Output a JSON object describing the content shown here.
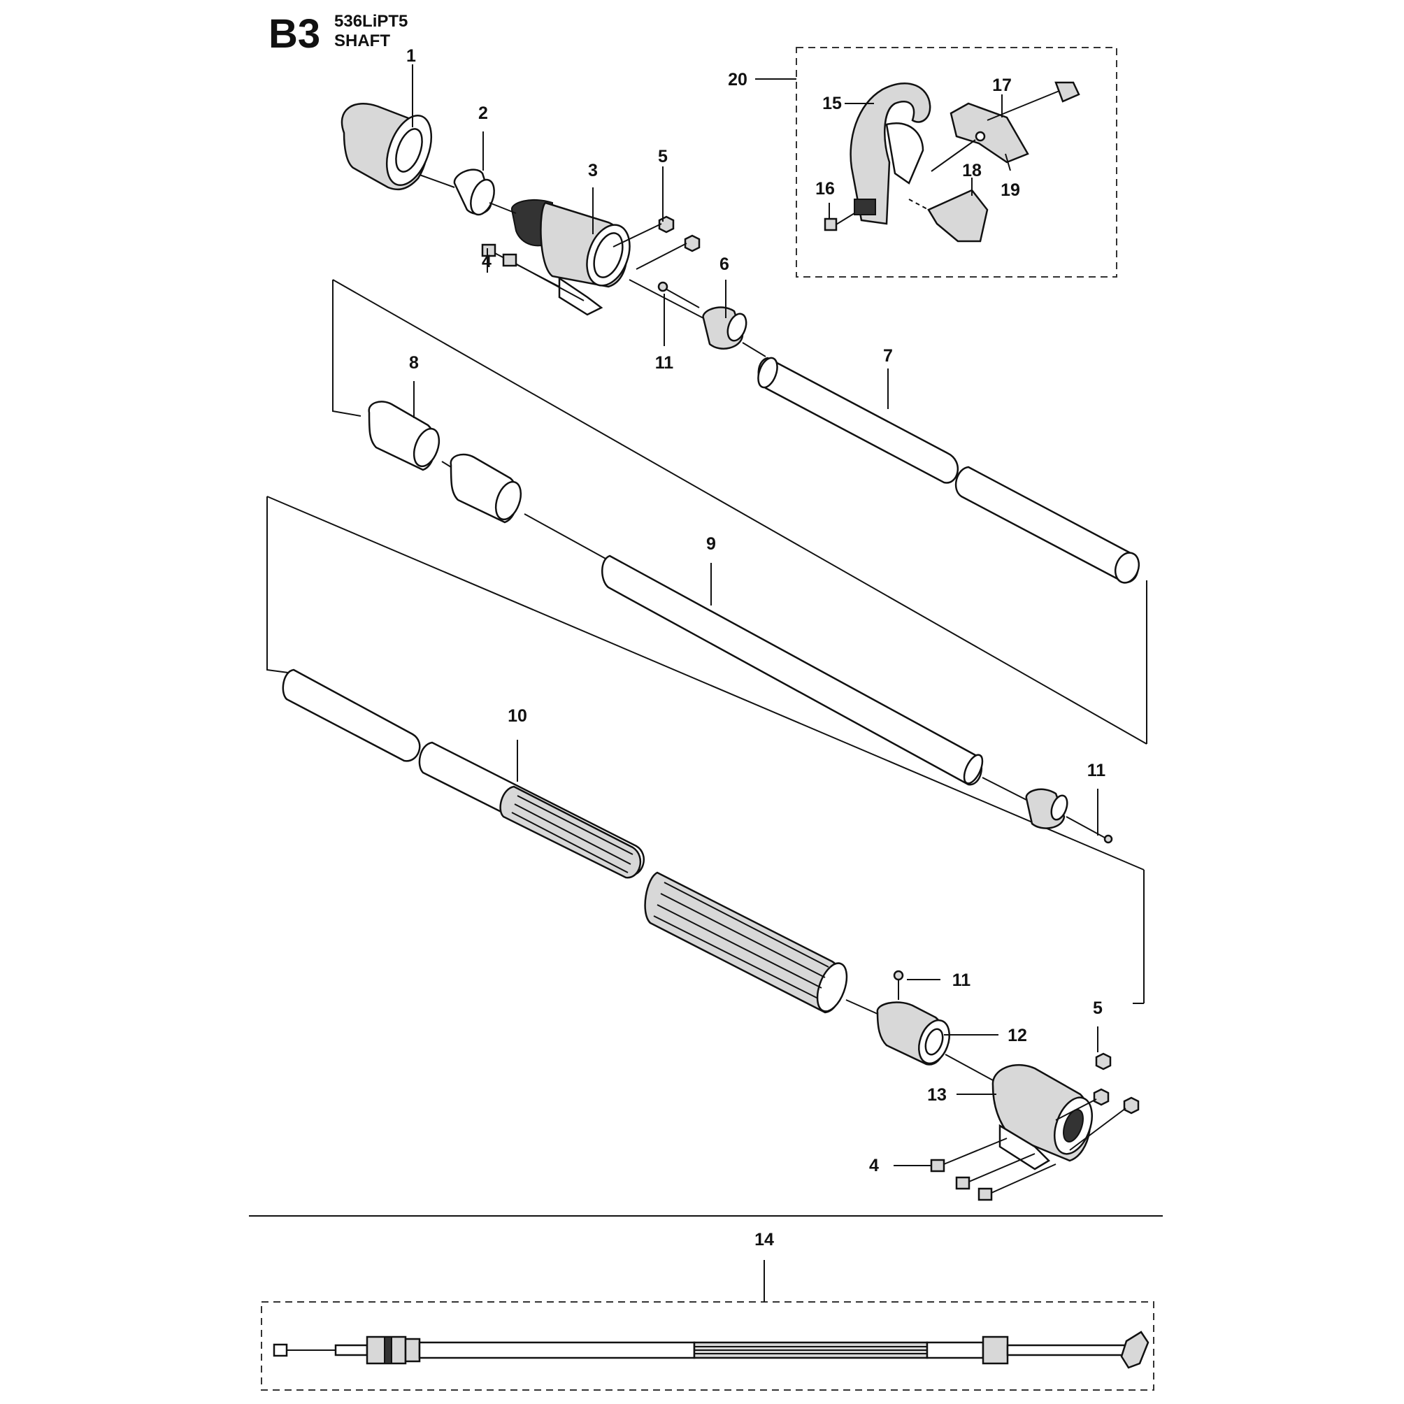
{
  "header": {
    "section_code": "B3",
    "model": "536LiPT5",
    "title": "SHAFT"
  },
  "callouts": [
    {
      "id": "c1",
      "label": "1"
    },
    {
      "id": "c2",
      "label": "2"
    },
    {
      "id": "c3",
      "label": "3"
    },
    {
      "id": "c4a",
      "label": "4"
    },
    {
      "id": "c4b",
      "label": "4"
    },
    {
      "id": "c5a",
      "label": "5"
    },
    {
      "id": "c5b",
      "label": "5"
    },
    {
      "id": "c6",
      "label": "6"
    },
    {
      "id": "c7",
      "label": "7"
    },
    {
      "id": "c8",
      "label": "8"
    },
    {
      "id": "c9",
      "label": "9"
    },
    {
      "id": "c10",
      "label": "10"
    },
    {
      "id": "c11a",
      "label": "11"
    },
    {
      "id": "c11b",
      "label": "11"
    },
    {
      "id": "c11c",
      "label": "11"
    },
    {
      "id": "c12",
      "label": "12"
    },
    {
      "id": "c13",
      "label": "13"
    },
    {
      "id": "c14",
      "label": "14"
    },
    {
      "id": "c15",
      "label": "15"
    },
    {
      "id": "c16",
      "label": "16"
    },
    {
      "id": "c17",
      "label": "17"
    },
    {
      "id": "c18",
      "label": "18"
    },
    {
      "id": "c19",
      "label": "19"
    },
    {
      "id": "c20",
      "label": "20"
    }
  ]
}
